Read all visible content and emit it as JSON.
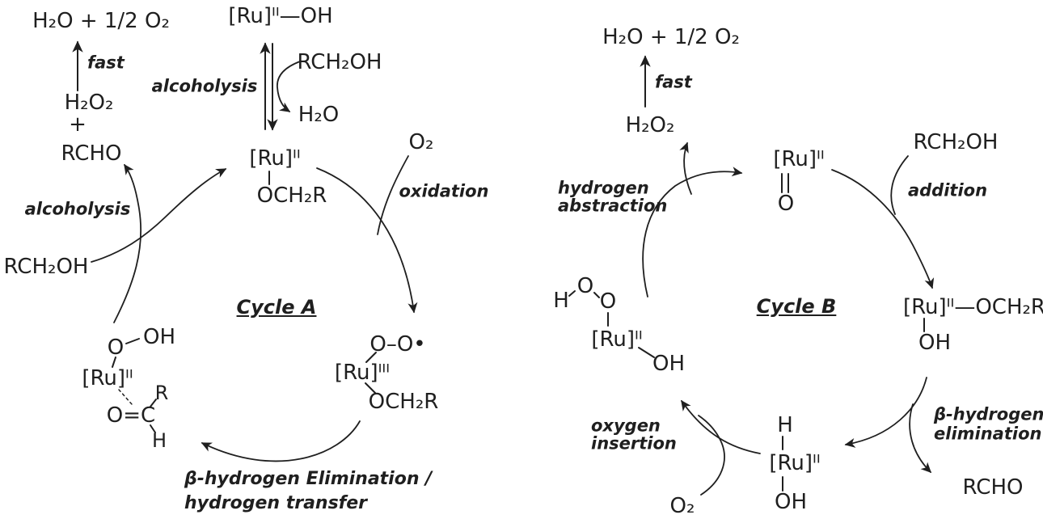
{
  "figure": {
    "background": "#ffffff",
    "ink": "#1f1f1f"
  },
  "cycle_a": {
    "title": "Cycle A",
    "decomposition": {
      "products": "H₂O + 1/2 O₂",
      "rate_label": "fast",
      "peroxide": "H₂O₂",
      "plus": "+",
      "aldehyde": "RCHO"
    },
    "equilibrium": {
      "hydroxide_complex": "[Ru]ᴵᴵ—OH",
      "label": "alcoholysis",
      "alcohol_in": "RCH₂OH",
      "water_out": "H₂O"
    },
    "alkoxide_complex": {
      "metal": "[Ru]ᴵᴵ",
      "ligand": "OCH₂R"
    },
    "oxidation_step": {
      "label": "oxidation",
      "oxygen_in": "O₂"
    },
    "superoxo_complex": {
      "superoxide": "O–O•",
      "metal": "[Ru]ᴵᴵᴵ",
      "ligand": "OCH₂R"
    },
    "beta_elimination_step": {
      "label_line1": "β-hydrogen Elimination /",
      "label_line2": "hydrogen transfer"
    },
    "hydroperoxo_complex": {
      "oxygen": "O",
      "hydroxyl": "OH",
      "metal": "[Ru]ᴵᴵ",
      "carbonyl": "O=C",
      "r_group": "R",
      "hydrogen": "H"
    },
    "alcoholysis_step": {
      "label": "alcoholysis",
      "alcohol_in": "RCH₂OH"
    }
  },
  "cycle_b": {
    "title": "Cycle B",
    "decomposition": {
      "products": "H₂O + 1/2 O₂",
      "rate_label": "fast",
      "peroxide": "H₂O₂"
    },
    "hydrogen_abstraction_step": {
      "label_line1": "hydrogen",
      "label_line2": "abstraction"
    },
    "oxo_complex": {
      "metal": "[Ru]ᴵᴵ",
      "oxo": "O"
    },
    "addition_step": {
      "label": "addition",
      "alcohol_in": "RCH₂OH"
    },
    "alkoxide_complex": {
      "formula": "[Ru]ᴵᴵ—OCH₂R",
      "hydroxyl": "OH"
    },
    "beta_elimination_step": {
      "label_line1": "β-hydrogen",
      "label_line2": "elimination",
      "aldehyde_out": "RCHO"
    },
    "hydride_complex": {
      "hydride": "H",
      "metal": "[Ru]ᴵᴵ",
      "hydroxyl": "OH"
    },
    "oxygen_insertion_step": {
      "label_line1": "oxygen",
      "label_line2": "insertion",
      "oxygen_in": "O₂"
    },
    "hydroperoxo_complex": {
      "hydrogen": "H",
      "oxygen1": "O",
      "oxygen2": "O",
      "metal": "[Ru]ᴵᴵ",
      "hydroxyl": "OH"
    }
  }
}
